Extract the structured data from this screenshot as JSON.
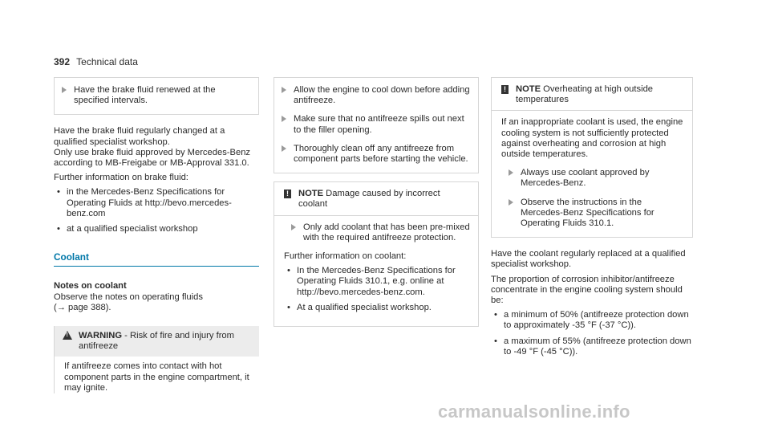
{
  "header": {
    "page_number": "392",
    "title": "Technical data"
  },
  "col1": {
    "step_box": "Have the brake fluid renewed at the specified intervals.",
    "para1": "Have the brake fluid regularly changed at a qualified specialist workshop.",
    "para2": "Only use brake fluid approved by Mercedes-Benz according to MB-Freigabe or MB-Approval 331.0.",
    "para3": "Further information on brake fluid:",
    "bullets": [
      "in the Mercedes-Benz Specifications for Operating Fluids at http://bevo.mercedes-benz.com",
      "at a qualified specialist workshop"
    ],
    "section_title": "Coolant",
    "sub_title": "Notes on coolant",
    "para4": "Observe the notes on operating fluids",
    "para4b": "(→ page 388).",
    "warning": {
      "label": "WARNING",
      "text": " - Risk of fire and injury from antifreeze",
      "body": "If antifreeze comes into contact with hot component parts in the engine compartment, it may ignite."
    }
  },
  "col2": {
    "steps": [
      "Allow the engine to cool down before adding antifreeze.",
      "Make sure that no antifreeze spills out next to the filler opening.",
      "Thoroughly clean off any antifreeze from component parts before starting the vehicle."
    ],
    "note": {
      "label": "NOTE",
      "text": " Damage caused by incorrect coolant",
      "step": "Only add coolant that has been pre-mixed with the required antifreeze protection.",
      "para": "Further information on coolant:",
      "bullets": [
        "In the Mercedes-Benz Specifications for Operating Fluids 310.1, e.g. online at http://bevo.mercedes-benz.com.",
        "At a qualified specialist workshop."
      ]
    }
  },
  "col3": {
    "note": {
      "label": "NOTE",
      "text": " Overheating at high outside temperatures",
      "body": "If an inappropriate coolant is used, the engine cooling system is not sufficiently protected against overheating and corrosion at high outside temperatures.",
      "steps": [
        "Always use coolant approved by Mercedes-Benz.",
        "Observe the instructions in the Mercedes-Benz Specifications for Operating Fluids 310.1."
      ]
    },
    "para1": "Have the coolant regularly replaced at a qualified specialist workshop.",
    "para2": "The proportion of corrosion inhibitor/antifreeze concentrate in the engine cooling system should be:",
    "bullets": [
      "a minimum of 50% (antifreeze protection down to approximately -35 °F (-37 °C)).",
      "a maximum of 55% (antifreeze protection down to -49 °F (-45 °C))."
    ]
  },
  "watermark": "carmanualsonline.info"
}
